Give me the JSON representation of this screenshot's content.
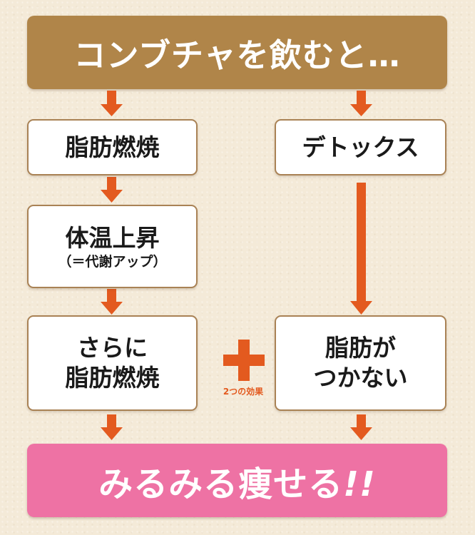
{
  "header": {
    "title": "コンブチャを飲むと…"
  },
  "left_column": {
    "step1": "脂肪燃焼",
    "step2": {
      "main": "体温上昇",
      "sub": "（＝代謝アップ）"
    },
    "step3": {
      "line1": "さらに",
      "line2": "脂肪燃焼"
    }
  },
  "right_column": {
    "step1": "デトックス",
    "step2": {
      "line1": "脂肪が",
      "line2": "つかない"
    }
  },
  "combiner": {
    "symbol": "＋",
    "label": "2つの効果"
  },
  "result": {
    "text": "みるみる痩せる",
    "emphasis": "!!"
  },
  "colors": {
    "header_bg": "#b08549",
    "box_border": "#a98255",
    "arrow": "#e35a1f",
    "result_bg": "#ee72a4",
    "background": "#f4ead8"
  }
}
